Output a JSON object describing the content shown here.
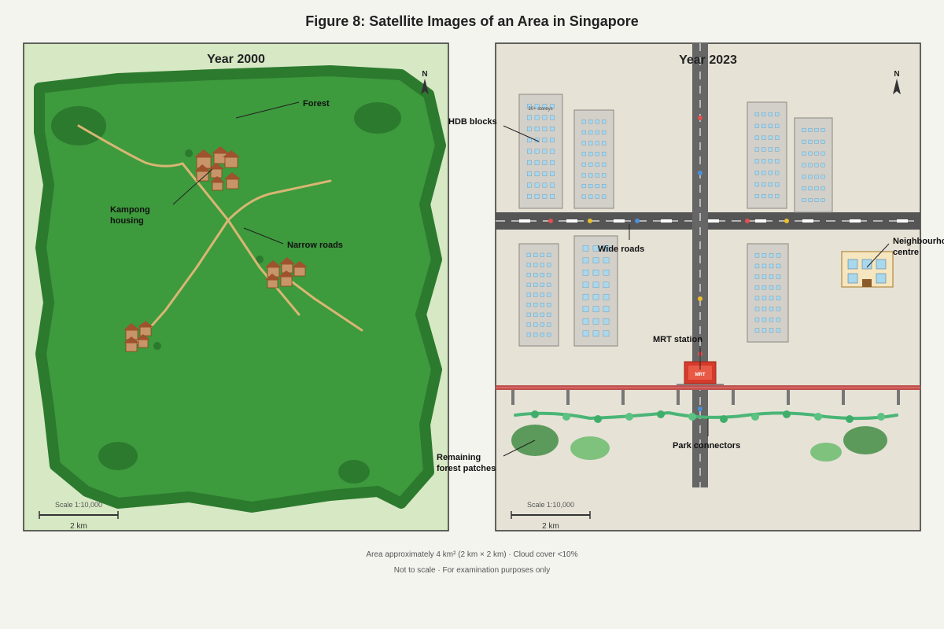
{
  "figure_title": "Figure 8: Satellite Images of an Area in Singapore",
  "panel_2000": {
    "year_label": "Year 2000",
    "north_label": "N",
    "labels": {
      "forest": "Forest",
      "kampong_line1": "Kampong",
      "kampong_line2": "housing",
      "narrow_roads": "Narrow roads"
    },
    "scale_text": "Scale 1:10,000",
    "scale_bar_label": "2 km"
  },
  "panel_2023": {
    "year_label": "Year 2023",
    "north_label": "N",
    "hdb_storey_text": "30+ storeys",
    "mrt_sign": "MRT",
    "labels": {
      "hdb_blocks": "HDB blocks",
      "wide_roads": "Wide roads",
      "neighbourhood_line1": "Neighbourhood",
      "neighbourhood_line2": "centre",
      "mrt_station": "MRT station",
      "forest_line1": "Remaining",
      "forest_line2": "forest patches",
      "park_connectors": "Park connectors"
    },
    "scale_text": "Scale 1:10,000",
    "scale_bar_label": "2 km"
  },
  "footer": {
    "line1": "Area approximately 4 km² (2 km × 2 km) · Cloud cover <10%",
    "line2": "Not to scale · For examination purposes only"
  },
  "colors": {
    "forest_light": "#3c9a3e",
    "forest_dark": "#2e7d32",
    "land_2000": "#d6e8c4",
    "land_2023": "#e6e2d6",
    "road_narrow": "#d8b673",
    "road_wide": "#555555",
    "mrt_rail": "#c0504d",
    "park_connector": "#4ab576",
    "hdb_window": "#a8d8ee"
  }
}
